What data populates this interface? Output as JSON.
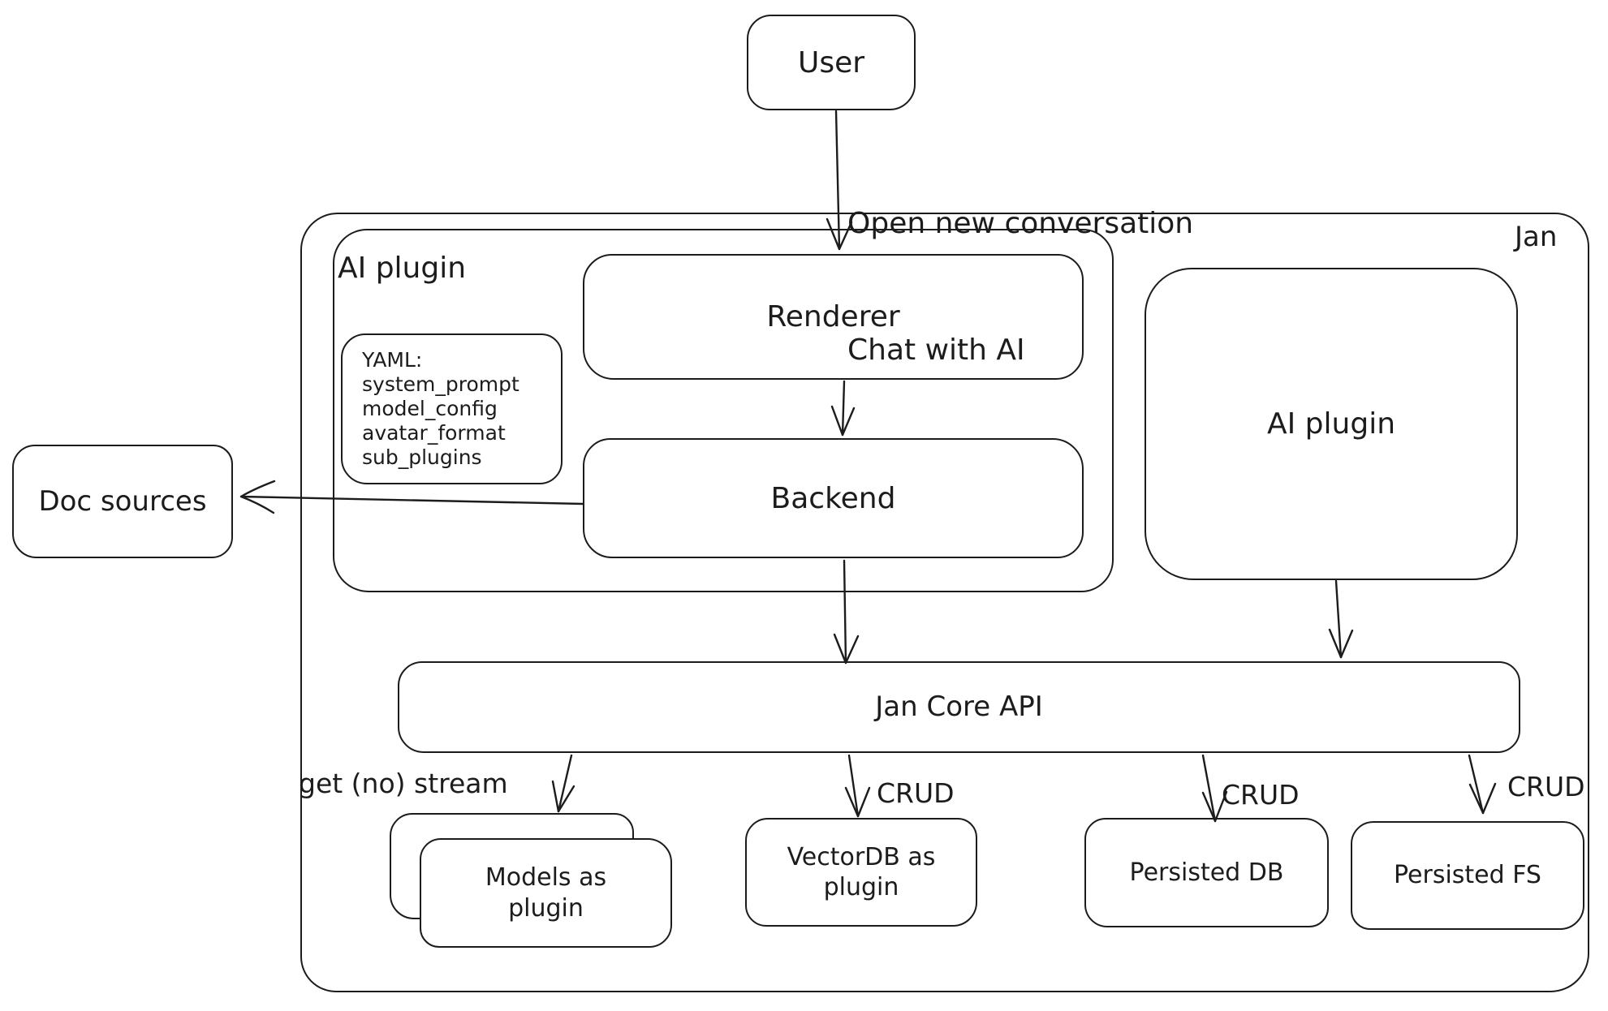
{
  "colors": {
    "stroke": "#1c1c1c",
    "background": "#ffffff"
  },
  "nodes": {
    "user": {
      "label": "User"
    },
    "jan": {
      "label": "Jan"
    },
    "ai_plugin_container": {
      "label": "AI plugin"
    },
    "renderer": {
      "label": "Renderer"
    },
    "backend": {
      "label": "Backend"
    },
    "yaml_note": {
      "title": "YAML:",
      "lines": [
        "system_prompt",
        "model_config",
        "avatar_format",
        "sub_plugins"
      ]
    },
    "doc_sources": {
      "label": "Doc sources"
    },
    "ai_plugin": {
      "label": "AI plugin"
    },
    "jan_core_api": {
      "label": "Jan Core API"
    },
    "models_plugin": {
      "label": "Models as plugin"
    },
    "vectordb_plugin": {
      "label": "VectorDB as plugin"
    },
    "persisted_db": {
      "label": "Persisted DB"
    },
    "persisted_fs": {
      "label": "Persisted FS"
    }
  },
  "edges": {
    "user_to_renderer": {
      "lines": [
        "Open new conversation",
        "Chat with AI"
      ]
    },
    "api_to_models": {
      "label": "get (no) stream"
    },
    "api_to_vectordb": {
      "label": "CRUD"
    },
    "api_to_persisted_db": {
      "label": "CRUD"
    },
    "api_to_persisted_fs": {
      "label": "CRUD"
    }
  }
}
